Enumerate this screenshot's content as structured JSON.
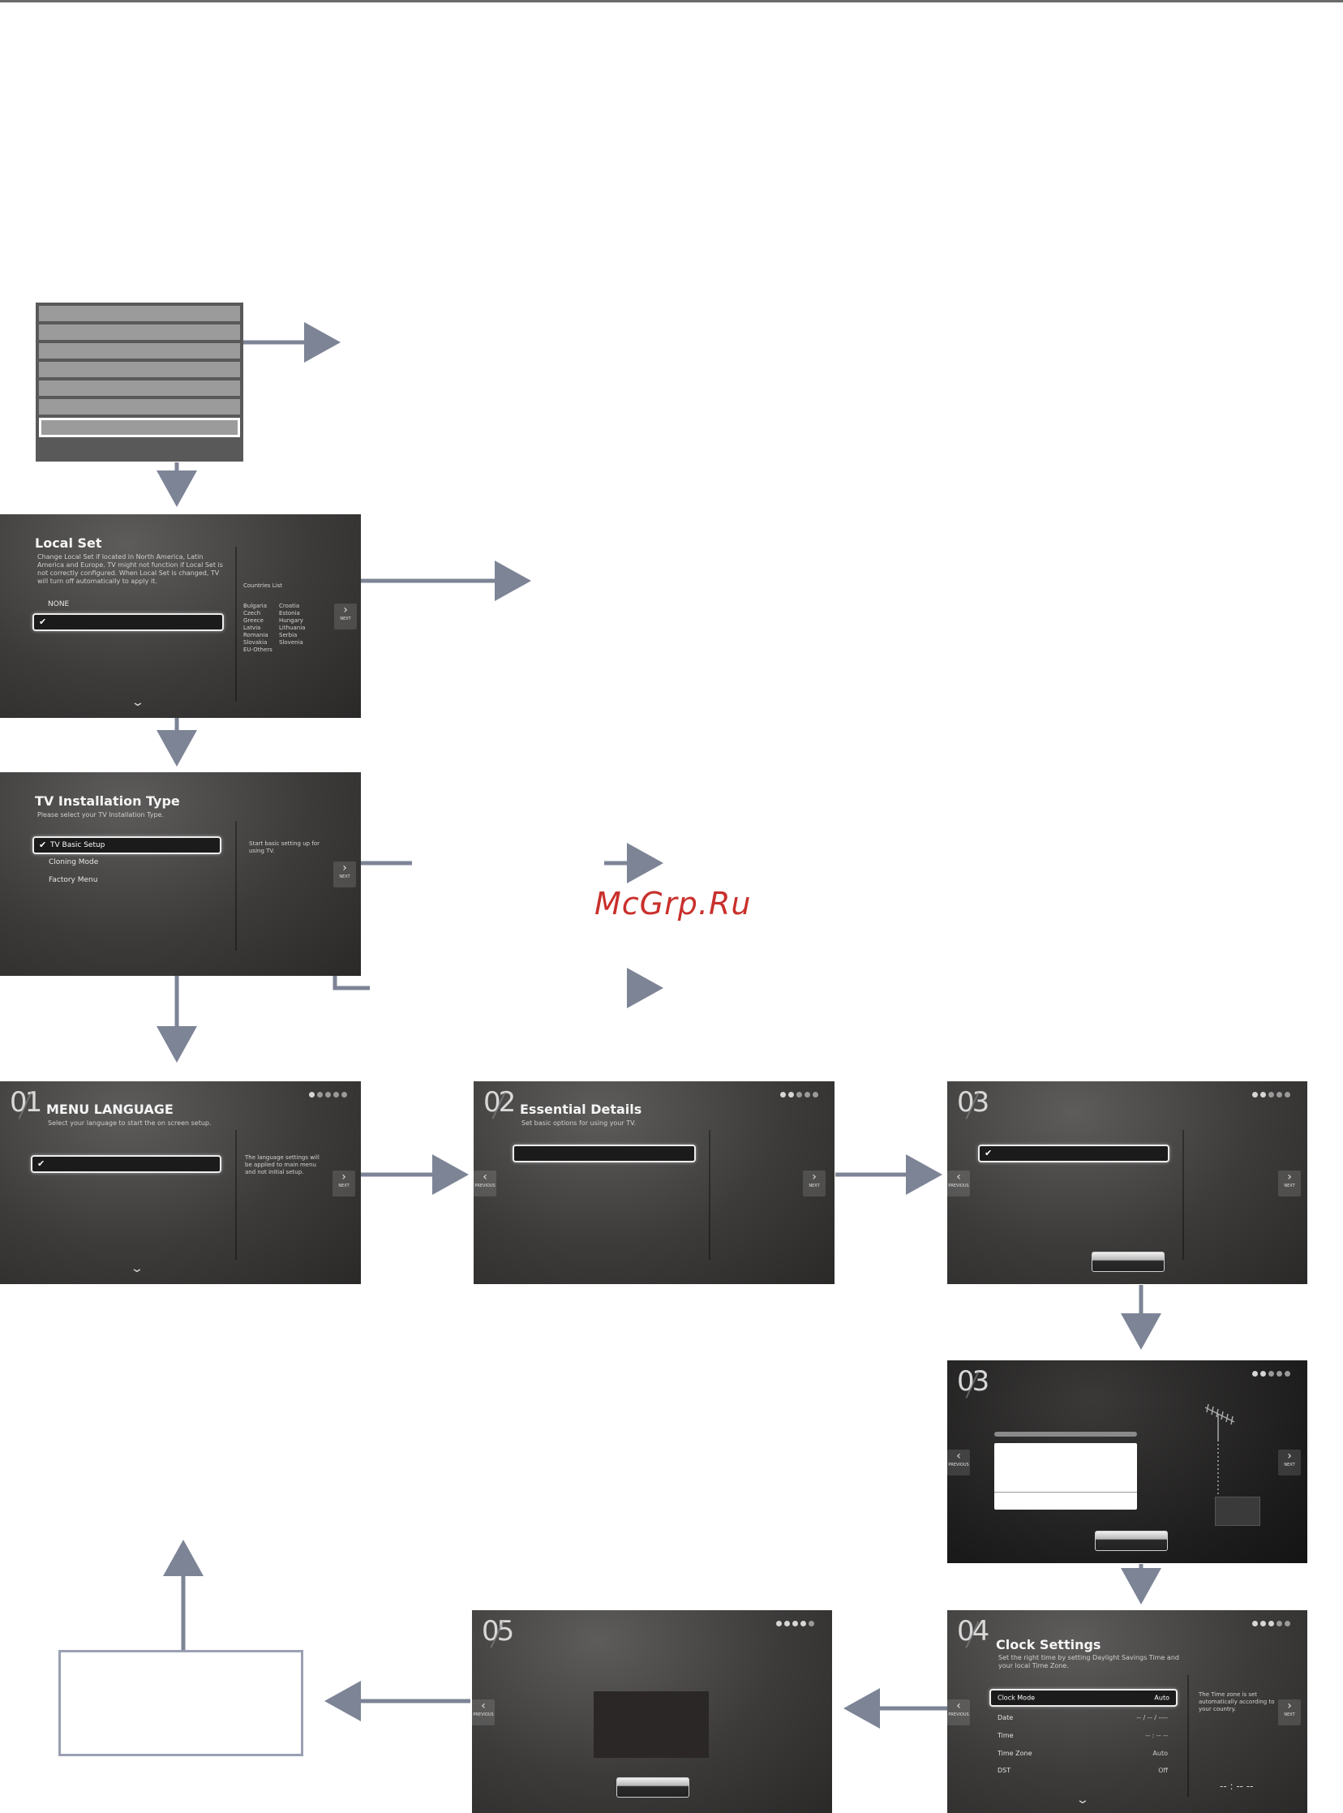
{
  "watermark": "McGrp.Ru",
  "local_set": {
    "title": "Local Set",
    "description": "Change Local Set if located in North America, Latin America and Europe. TV might not function if Local Set is not correctly configured. When Local Set is changed, TV will turn off automatically to apply it.",
    "option_none": "NONE",
    "countries_heading": "Countries List",
    "countries_col1": [
      "Bulgaria",
      "Czech",
      "Greece",
      "Latvia",
      "Romania",
      "Slovakia",
      "EU-Others"
    ],
    "countries_col2": [
      "Croatia",
      "Estonia",
      "Hungary",
      "Lithuania",
      "Serbia",
      "Slovenia"
    ],
    "next_label": "NEXT"
  },
  "install_type": {
    "title": "TV Installation Type",
    "subtitle": "Please select your TV Installation Type.",
    "options": [
      "TV Basic Setup",
      "Cloning Mode",
      "Factory Menu"
    ],
    "side_text": "Start basic setting up for using TV.",
    "next_label": "NEXT"
  },
  "menu_language": {
    "step": "01",
    "title": "MENU LANGUAGE",
    "subtitle": "Select your language to start the on screen setup.",
    "side_text": "The language settings will be applied to main menu and not initial setup.",
    "next_label": "NEXT"
  },
  "essential": {
    "step": "02",
    "title": "Essential Details",
    "subtitle": "Set basic options for using your TV.",
    "prev_label": "PREVIOUS",
    "next_label": "NEXT"
  },
  "step03a": {
    "step": "03",
    "prev_label": "PREVIOUS",
    "next_label": "NEXT"
  },
  "step03b": {
    "step": "03",
    "prev_label": "PREVIOUS",
    "next_label": "NEXT"
  },
  "clock": {
    "step": "04",
    "title": "Clock Settings",
    "subtitle": "Set the right time by setting Daylight Savings Time and your local Time Zone.",
    "rows": [
      {
        "label": "Clock Mode",
        "value": "Auto"
      },
      {
        "label": "Date",
        "value": "-- / -- / ----"
      },
      {
        "label": "Time",
        "value": "-- : -- --"
      },
      {
        "label": "Time Zone",
        "value": "Auto"
      },
      {
        "label": "DST",
        "value": "Off"
      }
    ],
    "side_text": "The Time zone is set automatically according to your country.",
    "clock_display": "-- : -- --",
    "prev_label": "PREVIOUS",
    "next_label": "NEXT"
  },
  "step05": {
    "step": "05",
    "prev_label": "PREVIOUS"
  },
  "colors": {
    "arrow": "#7d8496",
    "screen_bg": "#3a3938",
    "watermark": "#c9302c"
  }
}
